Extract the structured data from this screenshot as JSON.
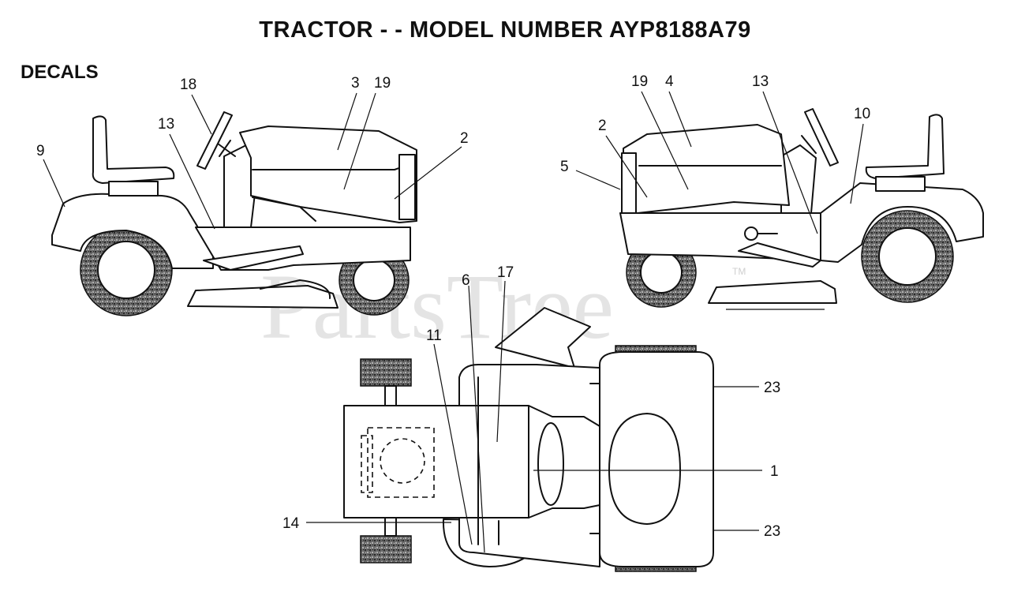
{
  "title": "TRACTOR - - MODEL NUMBER AYP8188A79",
  "section_label": "DECALS",
  "watermark": "PartsTree",
  "trademark": "TM",
  "callouts": {
    "left_view": [
      "18",
      "3",
      "19",
      "13",
      "2",
      "9"
    ],
    "right_view": [
      "19",
      "4",
      "13",
      "2",
      "10",
      "5"
    ],
    "top_view": [
      "6",
      "17",
      "11",
      "23",
      "1",
      "14",
      "23"
    ]
  }
}
